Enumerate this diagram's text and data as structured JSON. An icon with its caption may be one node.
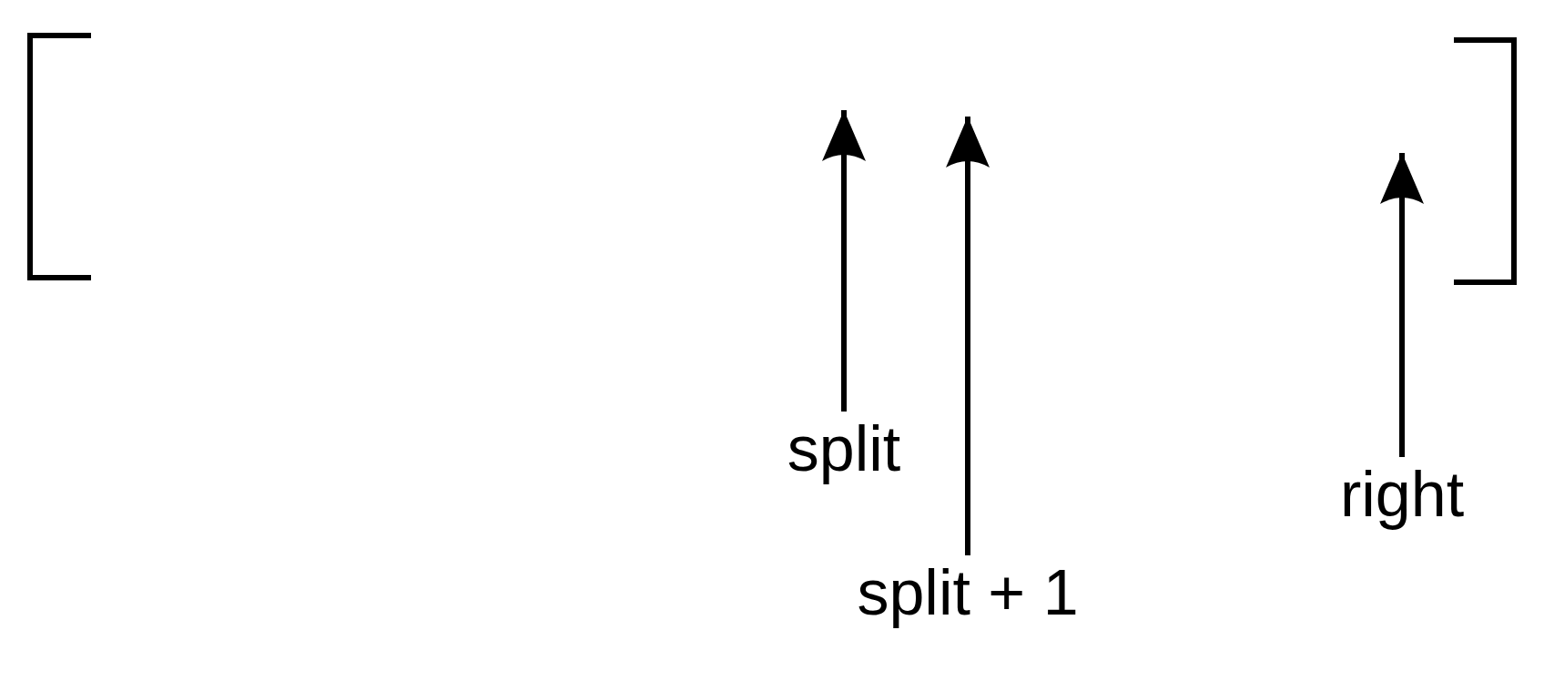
{
  "diagram": {
    "nodes": [
      {
        "text": [
          "split"
        ]
      },
      {
        "text": [
          "split + 1"
        ]
      },
      {
        "text": [
          "right"
        ]
      }
    ],
    "edges": [
      {
        "from": 0,
        "to": null,
        "arrow": "to"
      },
      {
        "from": 1,
        "to": null,
        "arrow": "to"
      },
      {
        "from": 2,
        "to": null,
        "arrow": "to"
      }
    ]
  }
}
